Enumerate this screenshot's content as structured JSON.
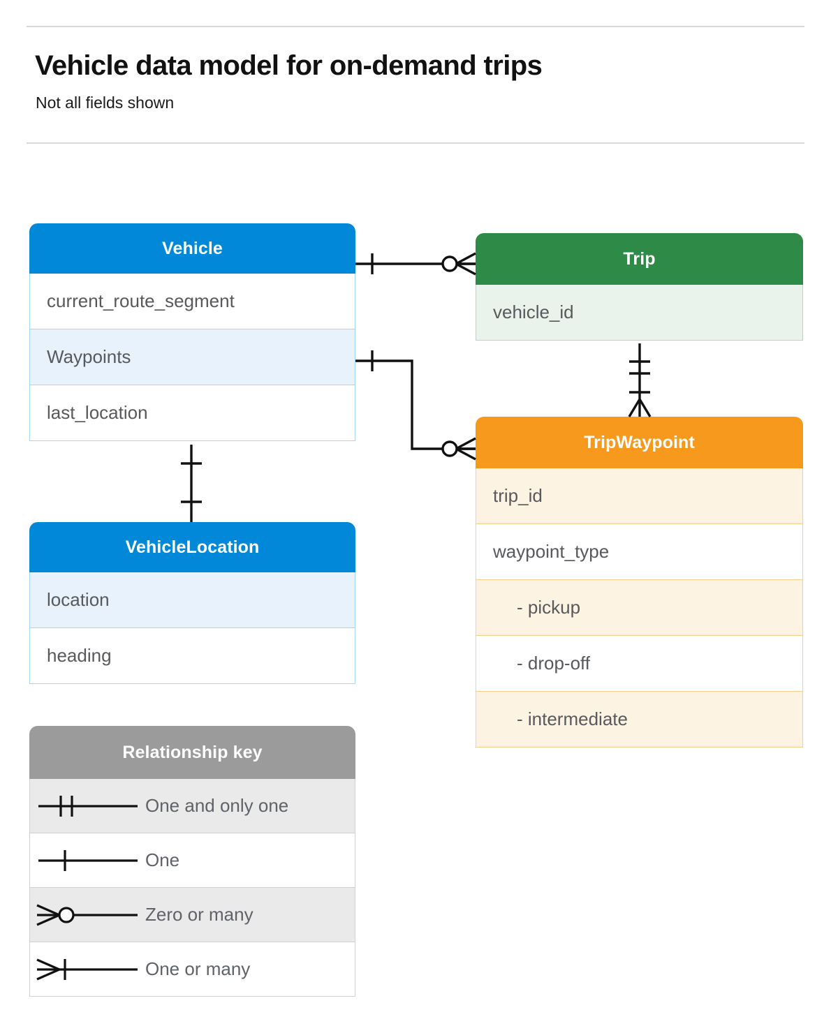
{
  "header": {
    "title": "Vehicle data model for on-demand trips",
    "subtitle": "Not all fields shown"
  },
  "colors": {
    "vehicle": "#0288d8",
    "trip": "#2d8a47",
    "tripwaypoint": "#f7991d",
    "legend": "#9b9b9b",
    "line": "#111111",
    "rule": "#d5d7d9",
    "field_text": "#57595c"
  },
  "entities": [
    {
      "id": "vehicle",
      "name": "Vehicle",
      "theme": "blue",
      "fields": [
        {
          "label": "current_route_segment",
          "highlight": false,
          "indent": false
        },
        {
          "label": "Waypoints",
          "highlight": true,
          "indent": false
        },
        {
          "label": "last_location",
          "highlight": false,
          "indent": false
        }
      ]
    },
    {
      "id": "vehiclelocation",
      "name": "VehicleLocation",
      "theme": "blue",
      "fields": [
        {
          "label": "location",
          "highlight": true,
          "indent": false
        },
        {
          "label": "heading",
          "highlight": false,
          "indent": false
        }
      ]
    },
    {
      "id": "trip",
      "name": "Trip",
      "theme": "green",
      "fields": [
        {
          "label": "vehicle_id",
          "highlight": true,
          "indent": false
        }
      ]
    },
    {
      "id": "tripwaypoint",
      "name": "TripWaypoint",
      "theme": "orange",
      "fields": [
        {
          "label": "trip_id",
          "highlight": true,
          "indent": false
        },
        {
          "label": "waypoint_type",
          "highlight": false,
          "indent": false
        },
        {
          "label": "- pickup",
          "highlight": true,
          "indent": true
        },
        {
          "label": "- drop-off",
          "highlight": false,
          "indent": true
        },
        {
          "label": "- intermediate",
          "highlight": true,
          "indent": true
        }
      ]
    }
  ],
  "legend": {
    "title": "Relationship key",
    "items": [
      {
        "symbol": "one-and-only-one",
        "label": "One and only one"
      },
      {
        "symbol": "one",
        "label": "One"
      },
      {
        "symbol": "zero-or-many",
        "label": "Zero or many"
      },
      {
        "symbol": "one-or-many",
        "label": "One or many"
      }
    ]
  },
  "relationships": [
    {
      "id": "vehicle-to-trip",
      "from": "Vehicle",
      "to": "Trip",
      "from_cardinality": "one",
      "to_cardinality": "zero-or-many"
    },
    {
      "id": "vehicle-waypoints-to-tripwaypoint",
      "from": "Vehicle.Waypoints",
      "to": "TripWaypoint",
      "from_cardinality": "one",
      "to_cardinality": "zero-or-many"
    },
    {
      "id": "trip-to-tripwaypoint",
      "from": "Trip",
      "to": "TripWaypoint",
      "from_cardinality": "one-and-only-one",
      "to_cardinality": "one-or-many"
    },
    {
      "id": "vehicle-to-vehiclelocation",
      "from": "Vehicle",
      "to": "VehicleLocation",
      "from_cardinality": "one",
      "to_cardinality": "one"
    }
  ]
}
